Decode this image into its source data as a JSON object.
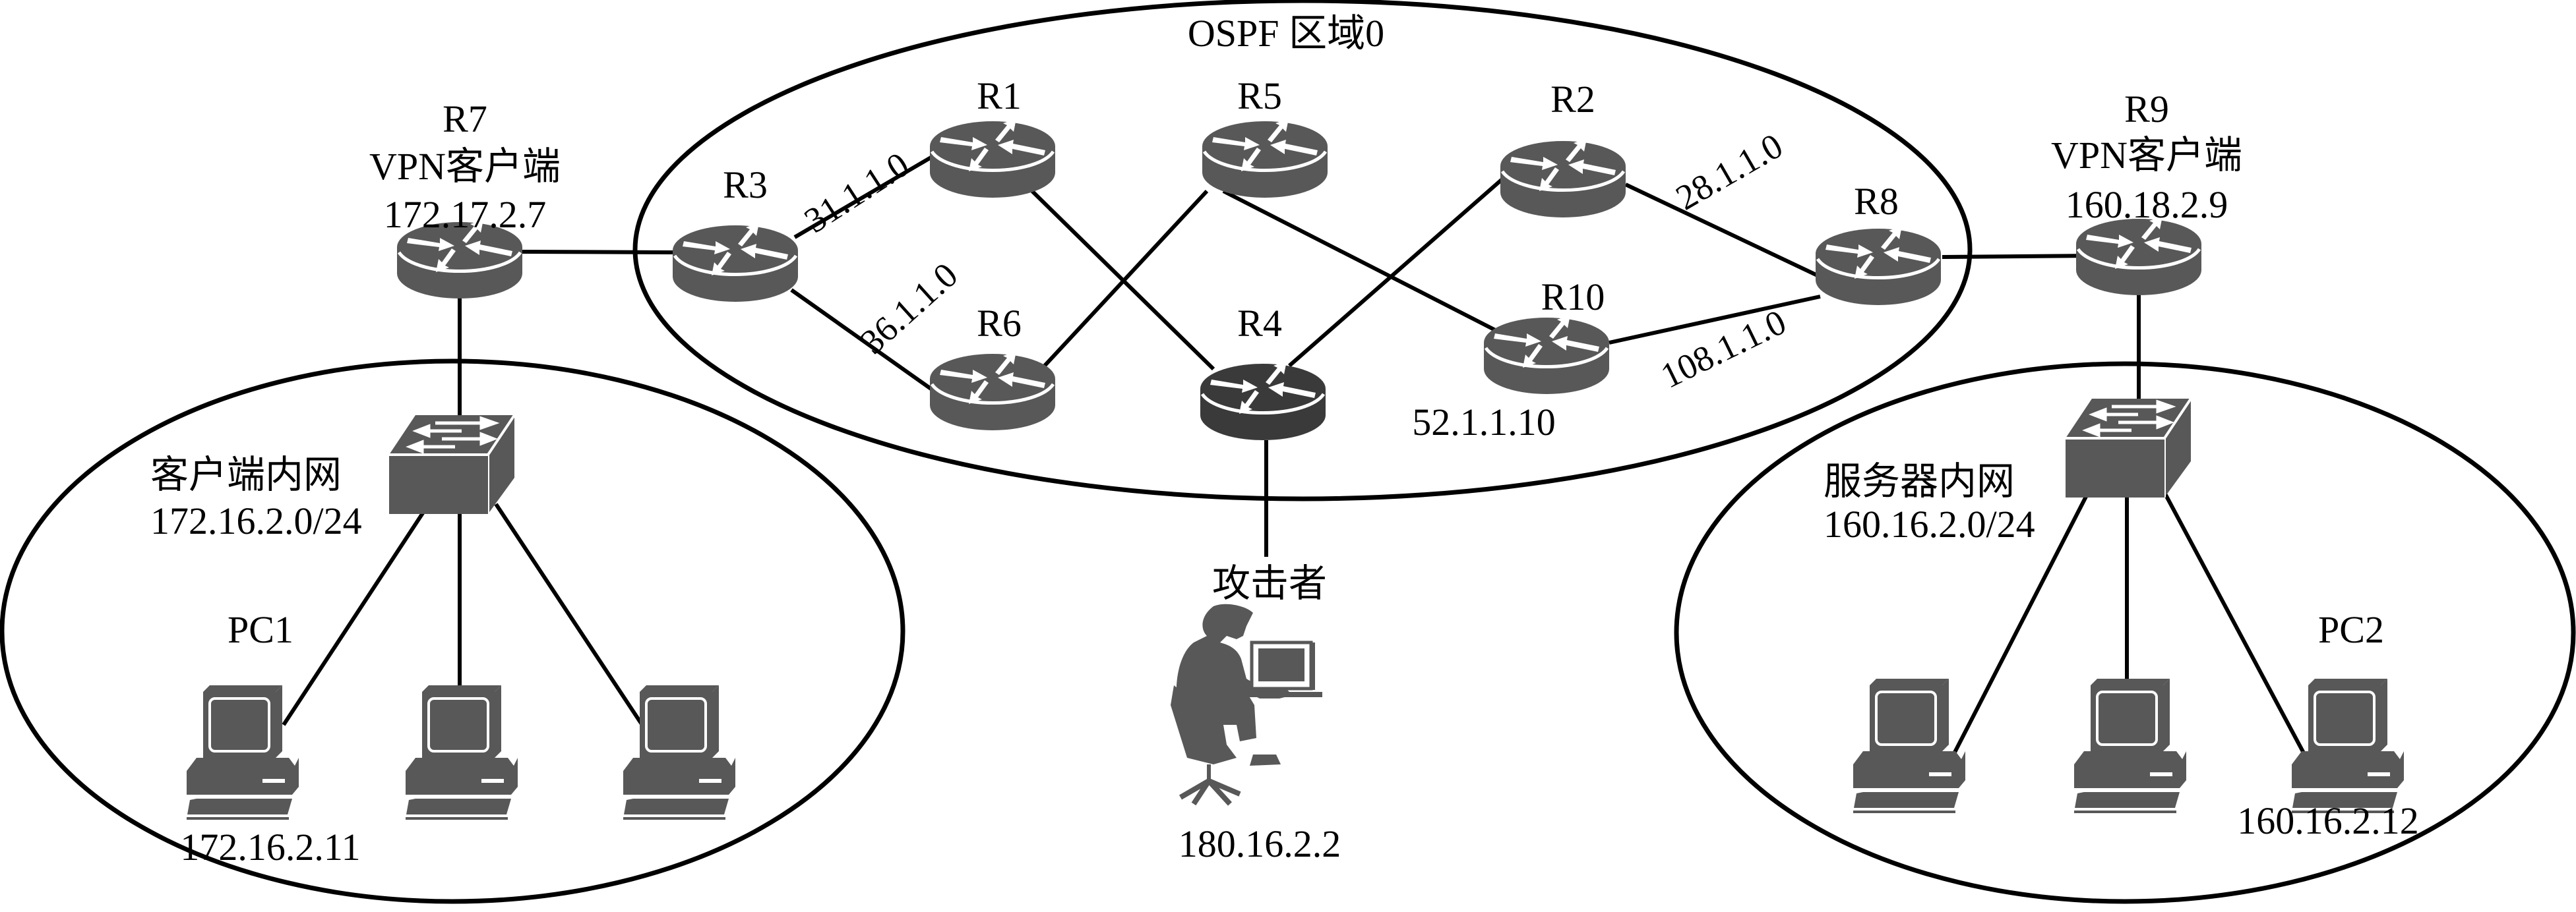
{
  "title": "OSPF 区域0",
  "zones": {
    "ospf": "OSPF 区域0",
    "client_net_name": "客户端内网",
    "client_net_cidr": "172.16.2.0/24",
    "server_net_name": "服务器内网",
    "server_net_cidr": "160.16.2.0/24"
  },
  "routers": {
    "R7": {
      "name": "R7",
      "role": "VPN客户端",
      "ip": "172.17.2.7"
    },
    "R9": {
      "name": "R9",
      "role": "VPN客户端",
      "ip": "160.18.2.9"
    },
    "R1": {
      "name": "R1"
    },
    "R2": {
      "name": "R2"
    },
    "R3": {
      "name": "R3"
    },
    "R4": {
      "name": "R4",
      "compromised": true
    },
    "R5": {
      "name": "R5"
    },
    "R6": {
      "name": "R6"
    },
    "R8": {
      "name": "R8"
    },
    "R10": {
      "name": "R10",
      "ip": "52.1.1.10"
    }
  },
  "links": {
    "r3_r1": "31.1.1.0",
    "r3_r6": "36.1.1.0",
    "r2_r8": "28.1.1.0",
    "r10_r8": "108.1.1.0"
  },
  "hosts": {
    "pc1": {
      "name": "PC1",
      "ip": "172.16.2.11"
    },
    "pc2": {
      "name": "PC2",
      "ip": "160.16.2.12"
    },
    "attacker": {
      "name": "攻击者",
      "ip": "180.16.2.2"
    }
  },
  "colors": {
    "device": "#585858",
    "device_dark": "#3a3a3a",
    "line": "#000000",
    "glyph": "#ffffff"
  }
}
